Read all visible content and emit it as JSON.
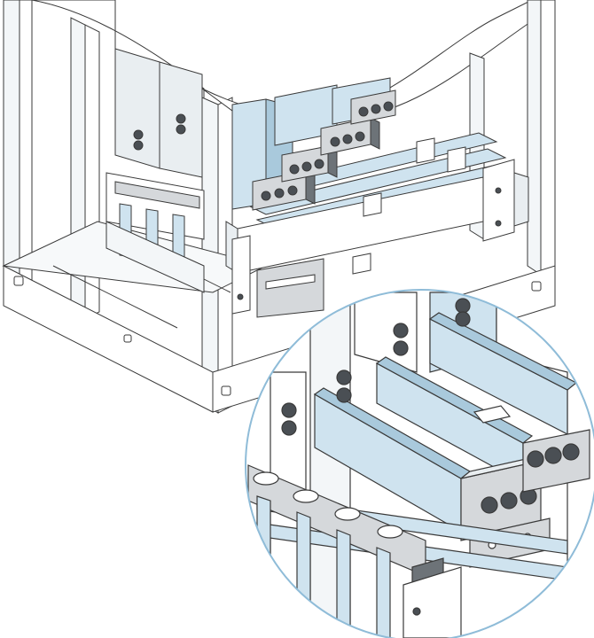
{
  "illustration": {
    "caption": "",
    "colors": {
      "background": "#ffffff",
      "outline": "#3a3a3a",
      "frame_fill": "#ffffff",
      "frame_shade": "#e9eef1",
      "busbar_blue": "#cfe3ef",
      "busbar_blue_dark": "#a9c9dc",
      "clamp_fill": "#d5d8db",
      "clamp_dark": "#6d7378",
      "bolt": "#4a4f54",
      "detail_ring": "#8fbcd8"
    },
    "icons": [
      "enclosure-frame",
      "busbar-system",
      "busbar-clamp",
      "bolt",
      "magnified-detail"
    ]
  }
}
